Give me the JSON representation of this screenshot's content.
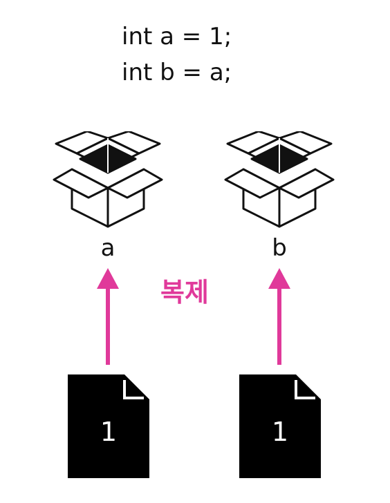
{
  "code": {
    "line1": "int a = 1;",
    "line2": "int b = a;"
  },
  "variables": [
    {
      "name": "a",
      "value": "1"
    },
    {
      "name": "b",
      "value": "1"
    }
  ],
  "copy_label": "복제",
  "colors": {
    "accent": "#e0399a",
    "ink": "#111111",
    "document": "#000000"
  },
  "icons": {
    "box": "open-box-icon",
    "document": "document-icon",
    "arrow": "up-arrow-icon"
  }
}
